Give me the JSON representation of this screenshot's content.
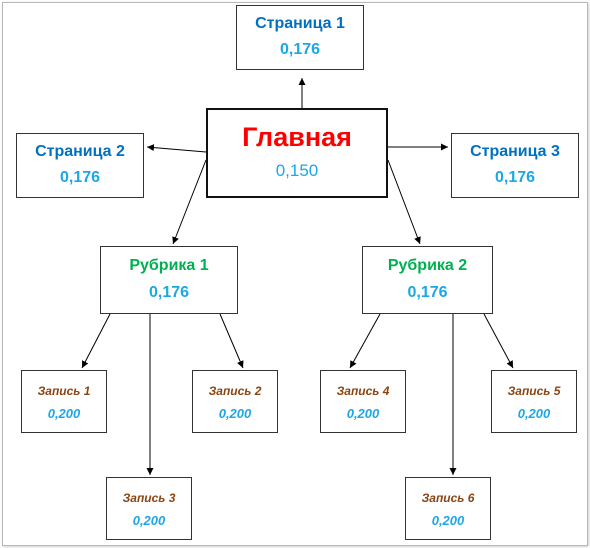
{
  "colors": {
    "main_title": "#ff0000",
    "page": "#0070c0",
    "rubric": "#00b050",
    "post": "#8b4513",
    "value": "#1ca7e6"
  },
  "nodes": {
    "main": {
      "title": "Главная",
      "value": "0,150"
    },
    "page1": {
      "title": "Страница 1",
      "value": "0,176"
    },
    "page2": {
      "title": "Страница 2",
      "value": "0,176"
    },
    "page3": {
      "title": "Страница 3",
      "value": "0,176"
    },
    "rub1": {
      "title": "Рубрика 1",
      "value": "0,176"
    },
    "rub2": {
      "title": "Рубрика 2",
      "value": "0,176"
    },
    "post1": {
      "title": "Запись 1",
      "value": "0,200"
    },
    "post2": {
      "title": "Запись 2",
      "value": "0,200"
    },
    "post3": {
      "title": "Запись 3",
      "value": "0,200"
    },
    "post4": {
      "title": "Запись 4",
      "value": "0,200"
    },
    "post5": {
      "title": "Запись 5",
      "value": "0,200"
    },
    "post6": {
      "title": "Запись 6",
      "value": "0,200"
    }
  },
  "edges": [
    [
      "main",
      "page1"
    ],
    [
      "main",
      "page2"
    ],
    [
      "main",
      "page3"
    ],
    [
      "main",
      "rub1"
    ],
    [
      "main",
      "rub2"
    ],
    [
      "rub1",
      "post1"
    ],
    [
      "rub1",
      "post2"
    ],
    [
      "rub1",
      "post3"
    ],
    [
      "rub2",
      "post4"
    ],
    [
      "rub2",
      "post5"
    ],
    [
      "rub2",
      "post6"
    ]
  ]
}
